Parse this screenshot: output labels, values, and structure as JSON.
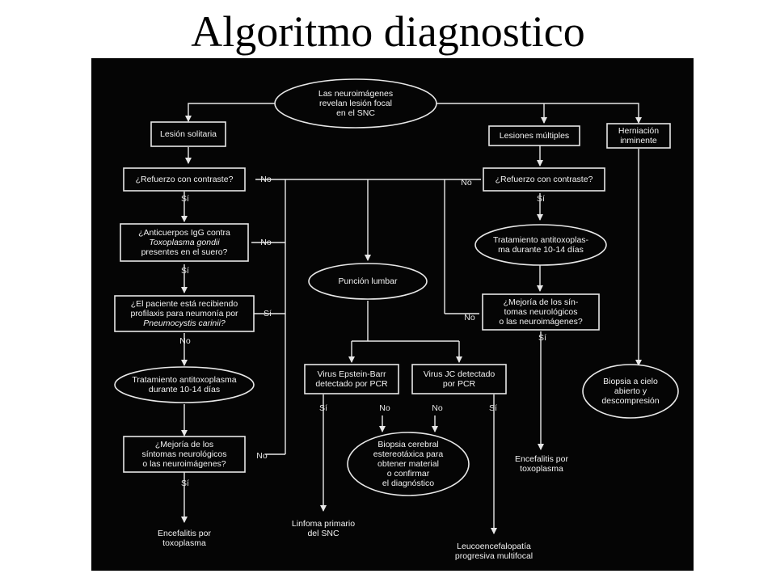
{
  "title": "Algoritmo diagnostico",
  "nodes": {
    "root": {
      "lines": [
        "Las neuroimágenes",
        "revelan lesión focal",
        "en el SNC"
      ]
    },
    "solitaria": {
      "lines": [
        "Lesión solitaria"
      ]
    },
    "multiples": {
      "lines": [
        "Lesiones múltiples"
      ]
    },
    "herniacion": {
      "lines": [
        "Herniación",
        "inminente"
      ]
    },
    "refuerzo_left": {
      "lines": [
        "¿Refuerzo con contraste?"
      ]
    },
    "refuerzo_right": {
      "lines": [
        "¿Refuerzo con contraste?"
      ]
    },
    "anticuerpos": {
      "lines": [
        "¿Anticuerpos IgG contra",
        "Toxoplasma gondii",
        "presentes en el suero?"
      ]
    },
    "profilaxis": {
      "lines": [
        "¿El paciente está recibiendo",
        "profilaxis para neumonía por",
        "Pneumocystis carinii?"
      ]
    },
    "tratamiento_left": {
      "lines": [
        "Tratamiento antitoxoplasma",
        "durante 10-14 días"
      ]
    },
    "mejoria_left": {
      "lines": [
        "¿Mejoría de los",
        "síntomas neurológicos",
        "o las neuroimágenes?"
      ]
    },
    "encefalitis_left": {
      "lines": [
        "Encefalitis por",
        "toxoplasma"
      ]
    },
    "puncion": {
      "lines": [
        "Punción lumbar"
      ]
    },
    "epstein": {
      "lines": [
        "Virus Epstein-Barr",
        "detectado por PCR"
      ]
    },
    "jc": {
      "lines": [
        "Virus JC detectado",
        "por PCR"
      ]
    },
    "biopsia_cerebral": {
      "lines": [
        "Biopsia cerebral",
        "estereotáxica para",
        "obtener material",
        "o confirmar",
        "el diagnóstico"
      ]
    },
    "linfoma": {
      "lines": [
        "Linfoma primario",
        "del SNC"
      ]
    },
    "leuco": {
      "lines": [
        "Leucoencefalopatía",
        "progresiva multifocal"
      ]
    },
    "tratamiento_right": {
      "lines": [
        "Tratamiento antitoxoplas-",
        "ma durante 10-14 días"
      ]
    },
    "mejoria_right": {
      "lines": [
        "¿Mejoría de los sín-",
        "tomas neurológicos",
        "o las neuroimágenes?"
      ]
    },
    "encefalitis_right": {
      "lines": [
        "Encefalitis por",
        "toxoplasma"
      ]
    },
    "biopsia_cielo": {
      "lines": [
        "Biopsia a cielo",
        "abierto y",
        "descompresión"
      ]
    }
  },
  "edges": {
    "no": "No",
    "si": "Sí"
  }
}
